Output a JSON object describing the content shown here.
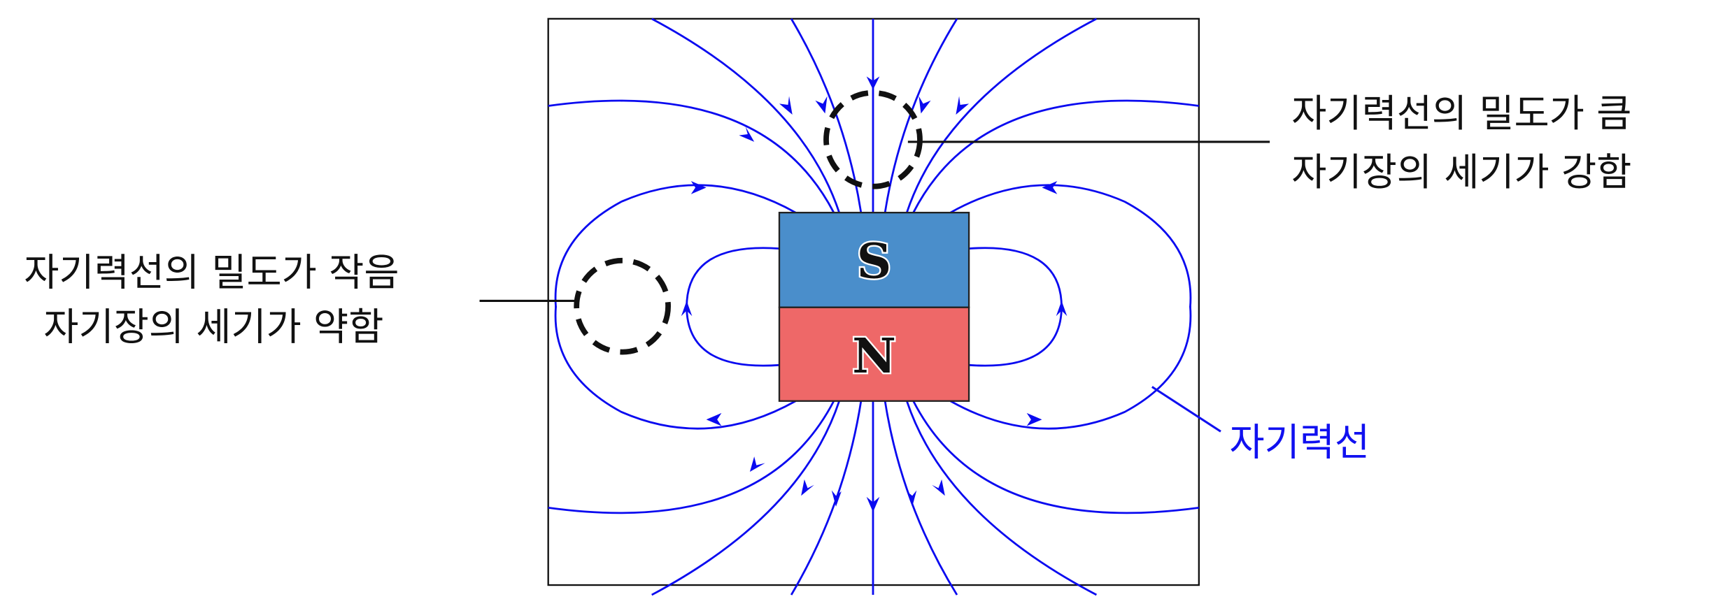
{
  "magnet": {
    "top_pole": "S",
    "bottom_pole": "N",
    "colors": {
      "s": "#4a8ecb",
      "n": "#ee6868",
      "field": "#0a0af0"
    }
  },
  "labels": {
    "strong_line1": "자기력선의 밀도가 큼",
    "strong_line2": "자기장의 세기가 강함",
    "weak_line1": "자기력선의 밀도가 작음",
    "weak_line2": "자기장의 세기가 약함",
    "field_line": "자기력선"
  }
}
